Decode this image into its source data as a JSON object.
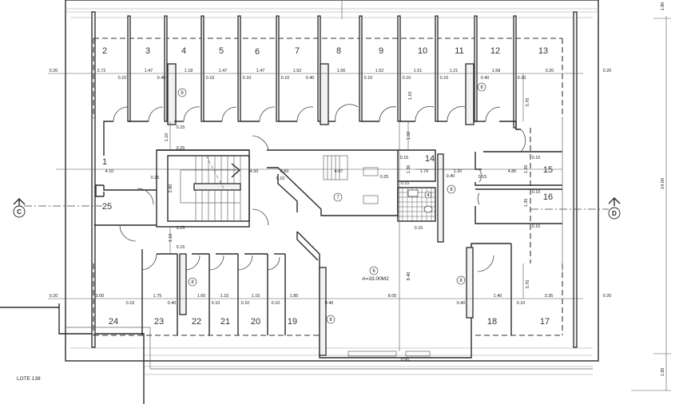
{
  "drawing": {
    "type": "architectural-floor-plan",
    "lot_label": "LOTE 138",
    "section_markers": [
      {
        "id": "C",
        "label": "C"
      },
      {
        "id": "D",
        "label": "D"
      }
    ],
    "rooms_top": [
      {
        "num": "2",
        "width": "2.72"
      },
      {
        "num": "3",
        "width": "1.47"
      },
      {
        "num": "4",
        "width": "1.18"
      },
      {
        "num": "5",
        "width": "1.47"
      },
      {
        "num": "6",
        "width": "1.47"
      },
      {
        "num": "7",
        "width": "1.52"
      },
      {
        "num": "8",
        "width": "1.56"
      },
      {
        "num": "9",
        "width": "1.52"
      },
      {
        "num": "10",
        "width": "1.51"
      },
      {
        "num": "11",
        "width": "1.21"
      },
      {
        "num": "12",
        "width": "1.58"
      },
      {
        "num": "13",
        "width": "3.20"
      }
    ],
    "rooms_bottom": [
      {
        "num": "24",
        "width": "3.00"
      },
      {
        "num": "23",
        "width": "1.75"
      },
      {
        "num": "22",
        "width": "1.60"
      },
      {
        "num": "21",
        "width": "1.15"
      },
      {
        "num": "20",
        "width": "1.15"
      },
      {
        "num": "19",
        "width": "1.85"
      },
      {
        "num": "18",
        "width": "1.40"
      },
      {
        "num": "17",
        "width": "3.35"
      }
    ],
    "rooms_side": [
      {
        "num": "1",
        "dim": "4.10"
      },
      {
        "num": "25",
        "dim": ""
      },
      {
        "num": "14",
        "dim": "1.70"
      },
      {
        "num": "15",
        "dim": "4.85"
      },
      {
        "num": "16",
        "dim": "1.35"
      }
    ],
    "dimensions": {
      "edge_left_top": "0.20",
      "edge_right_top": "0.20",
      "edge_left_bottom": "0.20",
      "edge_right_bottom": "0.20",
      "wall_010": "0.10",
      "wall_040": "0.40",
      "wall_015": "0.15",
      "wall_025": "0.25",
      "corridor_110": "1.10",
      "corridor_150": "1.50",
      "stair_height": "2.80",
      "stair_width": "4.50",
      "landing_083": "0.83",
      "stair2_width": "4.07",
      "bath_136": "1.36",
      "bath_135": "1.35",
      "corridor_120": "1.20",
      "room15_135": "1.35",
      "room16_135": "1.35",
      "depth_570_top": "5.70",
      "depth_570_bottom": "5.70",
      "hall_depth": "8.40",
      "hall_width": "8.05",
      "window_width": "0.95",
      "total_depth": "14.00",
      "setback_bottom": "1.80",
      "setback_top": "1.80"
    },
    "tags": {
      "shaft": "8",
      "stair_room": "7",
      "bath": "4",
      "hall": "6",
      "hall_area": "A=33.00M2"
    }
  }
}
